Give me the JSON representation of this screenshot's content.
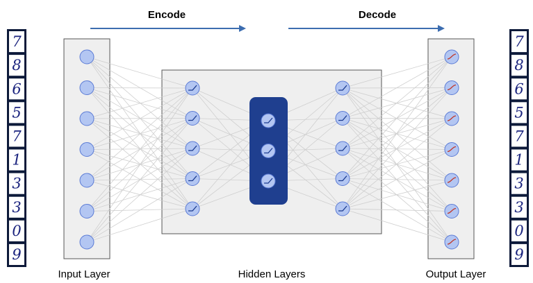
{
  "labels": {
    "encode": "Encode",
    "decode": "Decode",
    "input_layer": "Input Layer",
    "hidden_layers": "Hidden Layers",
    "output_layer": "Output Layer"
  },
  "input_digits": [
    "7",
    "8",
    "6",
    "5",
    "7",
    "1",
    "3",
    "3",
    "0",
    "9"
  ],
  "output_digits": [
    "7",
    "8",
    "6",
    "5",
    "7",
    "1",
    "3",
    "3",
    "0",
    "9"
  ],
  "network": {
    "input_nodes": 7,
    "hidden_left_nodes": 5,
    "bottleneck_nodes": 3,
    "hidden_right_nodes": 5,
    "output_nodes": 7,
    "hidden_activation": "relu-icon",
    "output_activation": "sigmoid-icon"
  },
  "colors": {
    "node_fill": "#b3c6f2",
    "node_stroke": "#5b7bd5",
    "bottleneck_fill": "#1f3f8f",
    "arrow": "#3c6db0",
    "panel_fill": "#efefef",
    "connection": "#cfcfcf",
    "relu_stroke": "#1a3a8f",
    "sigmoid_stroke": "#c0392b"
  }
}
